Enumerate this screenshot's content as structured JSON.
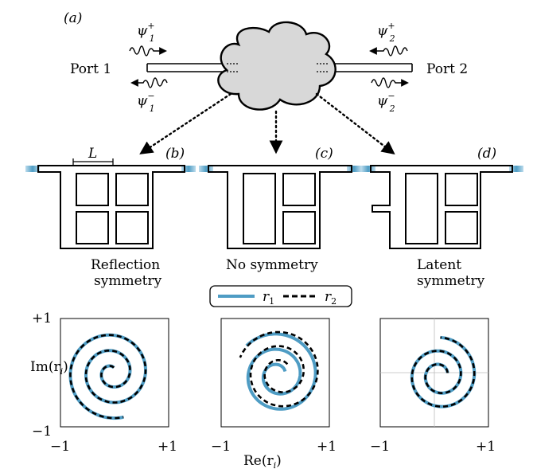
{
  "panel_labels": {
    "a": "(a)",
    "b": "(b)",
    "c": "(c)",
    "d": "(d)"
  },
  "ports": {
    "port1": "Port 1",
    "port2": "Port 2"
  },
  "waves": {
    "psi1_plus": "ψ",
    "psi1_minus": "ψ",
    "psi2_plus": "ψ",
    "psi2_minus": "ψ"
  },
  "length_label": "L",
  "captions": {
    "b_line1": "Reflection",
    "b_line2": "symmetry",
    "c_line1": "No symmetry",
    "d_line1": "Latent",
    "d_line2": "symmetry"
  },
  "legend": {
    "r1": "r",
    "r2": "r",
    "r1_sub": "1",
    "r2_sub": "2"
  },
  "axes": {
    "ytick_top": "+1",
    "ytick_bottom": "−1",
    "xtick_left": "−1",
    "xtick_right": "+1",
    "ylabel": "Im(r",
    "ylabel_sub": "i",
    "ylabel_close": ")",
    "xlabel": "Re(r",
    "xlabel_sub": "i",
    "xlabel_close": ")"
  },
  "colors": {
    "r1": "#4e9cc4",
    "r2": "#000000",
    "cloud": "#d8d8d8"
  },
  "chart_data": [
    {
      "type": "line",
      "name": "reflection-symmetry",
      "xlim": [
        -1,
        1
      ],
      "ylim": [
        -1,
        1
      ],
      "grid": false,
      "series": [
        {
          "name": "r1",
          "values": []
        },
        {
          "name": "r2",
          "values": []
        }
      ]
    },
    {
      "type": "line",
      "name": "no-symmetry",
      "xlim": [
        -1,
        1
      ],
      "ylim": [
        -1,
        1
      ],
      "grid": false,
      "series": [
        {
          "name": "r1",
          "values": []
        },
        {
          "name": "r2",
          "values": []
        }
      ]
    },
    {
      "type": "line",
      "name": "latent-symmetry",
      "xlim": [
        -1,
        1
      ],
      "ylim": [
        -1,
        1
      ],
      "grid": true,
      "series": [
        {
          "name": "r1",
          "values": []
        },
        {
          "name": "r2",
          "values": []
        }
      ]
    }
  ]
}
